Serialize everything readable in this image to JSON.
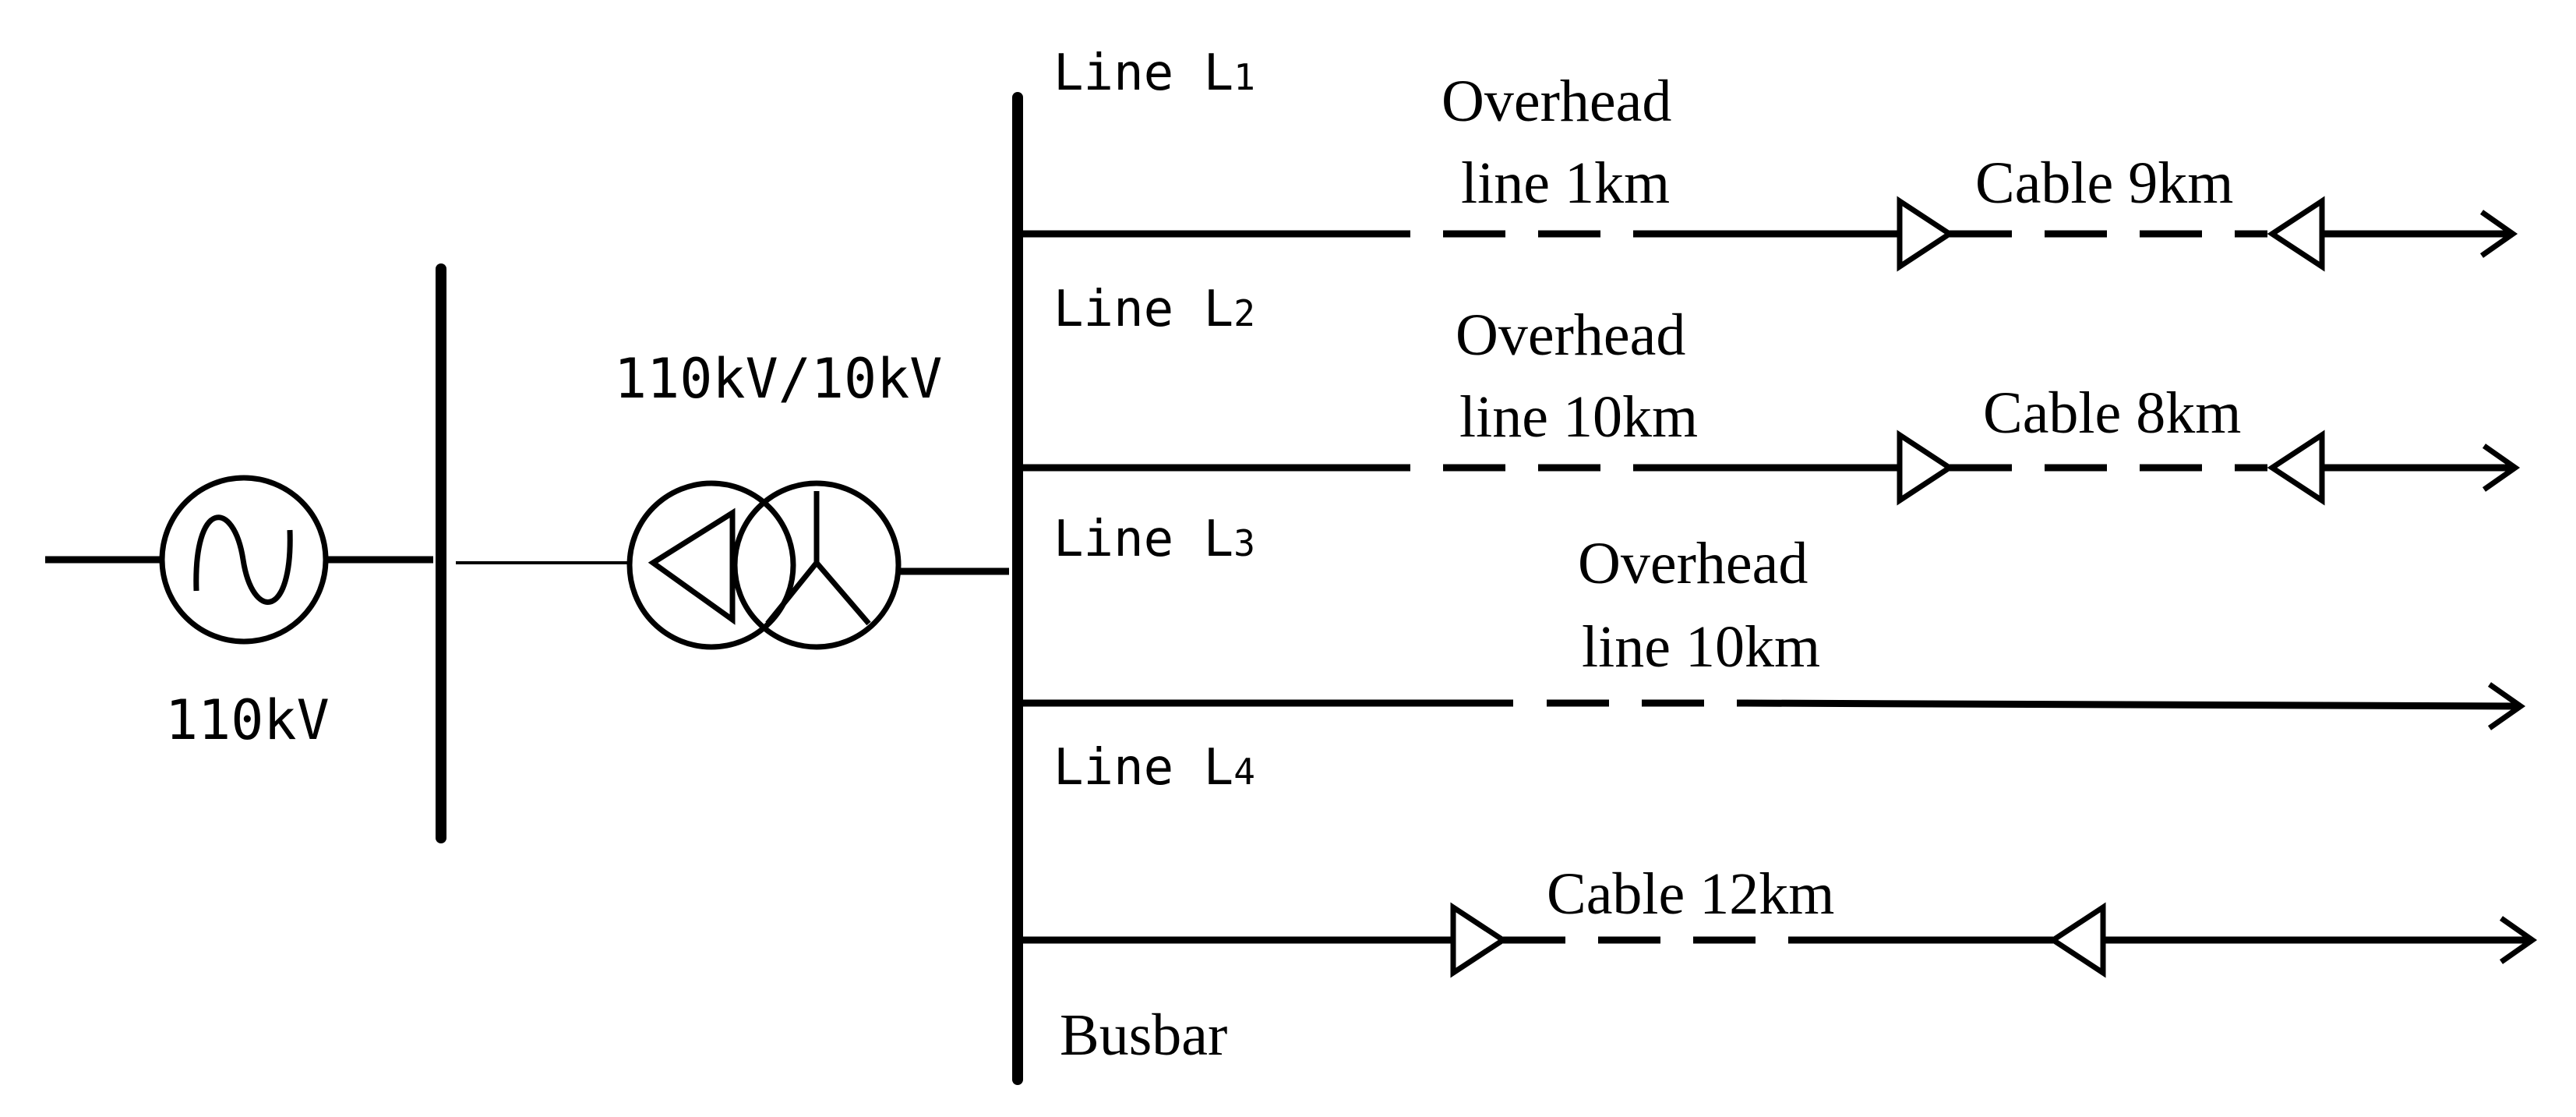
{
  "source": {
    "voltage": "110kV"
  },
  "transformer": {
    "ratio": "110kV/10kV"
  },
  "busbar": {
    "label": "Busbar"
  },
  "feeders": [
    {
      "name_prefix": "Line L",
      "name_index": "1",
      "overhead_word": "Overhead",
      "overhead_length": "line 1km",
      "cable_length": "Cable 9km"
    },
    {
      "name_prefix": "Line L",
      "name_index": "2",
      "overhead_word": "Overhead",
      "overhead_length": "line 10km",
      "cable_length": "Cable 8km"
    },
    {
      "name_prefix": "Line L",
      "name_index": "3",
      "overhead_word": "Overhead",
      "overhead_length": "line 10km"
    },
    {
      "name_prefix": "Line L",
      "name_index": "4",
      "cable_length": "Cable 12km"
    }
  ]
}
